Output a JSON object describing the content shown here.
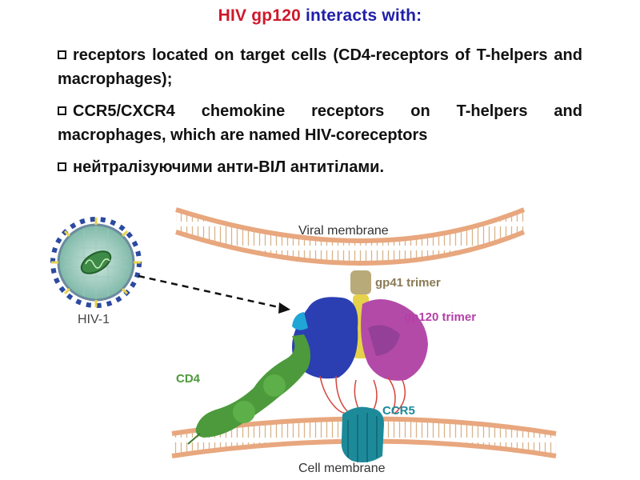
{
  "title": {
    "part1": "HIV",
    "part2": "gp120",
    "part3": "interacts with:"
  },
  "bullets": [
    "receptors located on target cells (CD4-receptors of T-helpers and macrophages);",
    "CCR5/CXCR4 chemokine receptors on T-helpers and macrophages, which are named HIV-coreceptors",
    "нейтралізуючими анти-ВІЛ антитілами."
  ],
  "figure": {
    "viral_membrane": "Viral membrane",
    "gp41": "gp41 trimer",
    "gp120": "gp120 trimer",
    "hiv": "HIV-1",
    "cd4": "CD4",
    "ccr5": "CCR5",
    "cell_membrane": "Cell membrane"
  },
  "colors": {
    "title_red": "#d0182a",
    "title_blue": "#1f1fa8",
    "cd4_green": "#4c9a3c",
    "gp41_label": "#8a7a55",
    "gp120_purple": "#b43fa8",
    "ccr5_teal": "#1d8a9a"
  }
}
